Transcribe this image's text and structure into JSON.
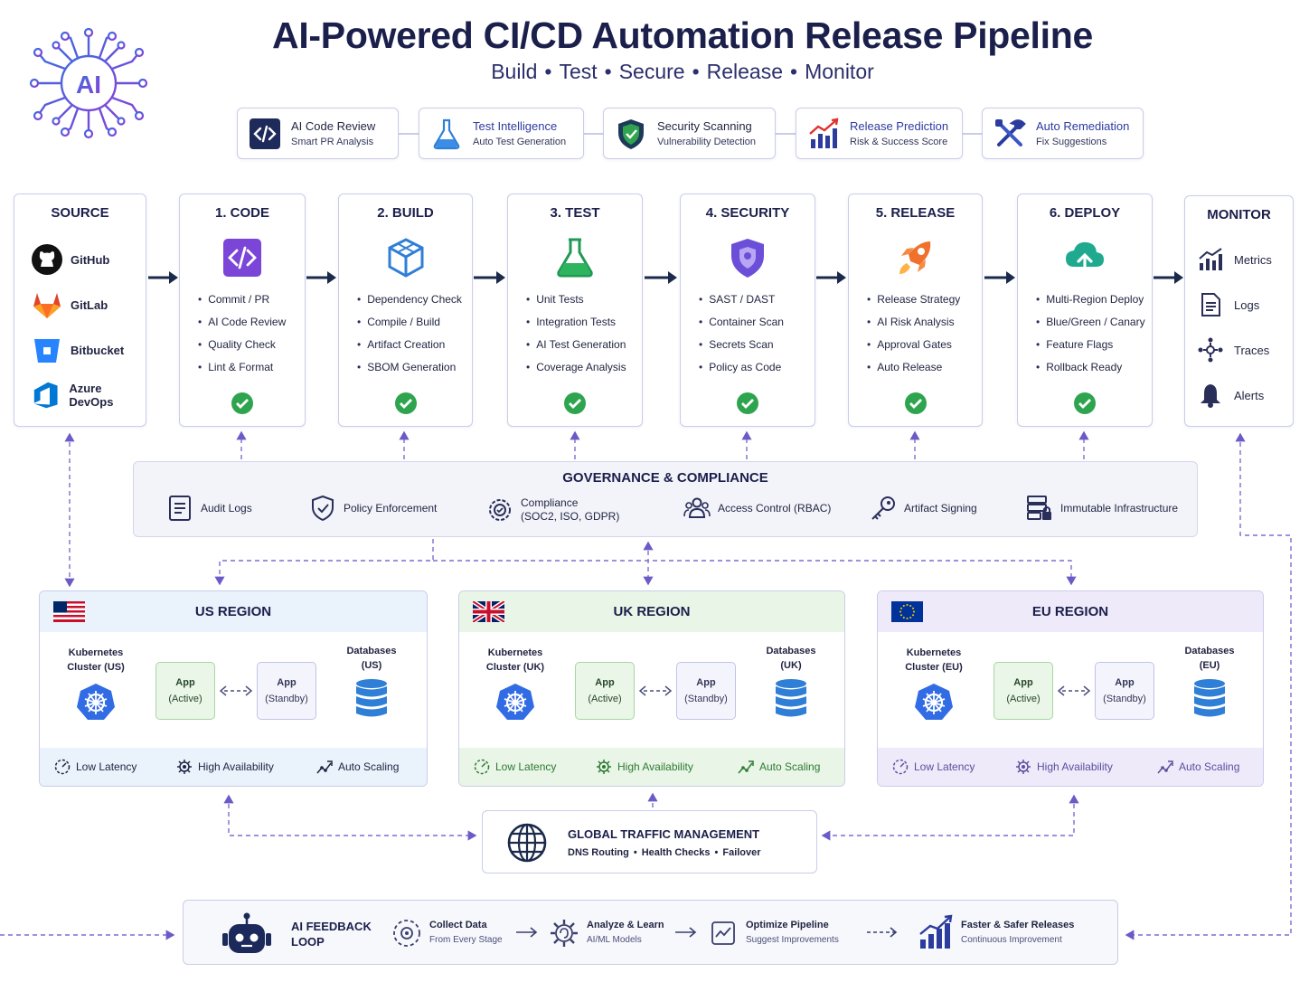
{
  "header": {
    "logo_text": "AI",
    "title": "AI-Powered CI/CD Automation Release Pipeline",
    "subtitle_parts": [
      "Build",
      "Test",
      "Secure",
      "Release",
      "Monitor"
    ],
    "separator": "•"
  },
  "ai_features": [
    {
      "title": "AI Code Review",
      "subtitle": "Smart PR Analysis",
      "icon": "code-brackets-icon"
    },
    {
      "title": "Test Intelligence",
      "subtitle": "Auto Test Generation",
      "icon": "flask-icon"
    },
    {
      "title": "Security Scanning",
      "subtitle": "Vulnerability Detection",
      "icon": "shield-icon"
    },
    {
      "title": "Release Prediction",
      "subtitle": "Risk & Success Score",
      "icon": "bar-chart-trend-icon"
    },
    {
      "title": "Auto Remediation",
      "subtitle": "Fix Suggestions",
      "icon": "wrench-screwdriver-icon"
    }
  ],
  "source": {
    "title": "SOURCE",
    "items": [
      {
        "label": "GitHub",
        "icon": "github-icon"
      },
      {
        "label": "GitLab",
        "icon": "gitlab-icon"
      },
      {
        "label": "Bitbucket",
        "icon": "bitbucket-icon"
      },
      {
        "label": "Azure DevOps",
        "icon": "azure-devops-icon"
      }
    ]
  },
  "stages": [
    {
      "title": "1. CODE",
      "icon": "code-icon",
      "items": [
        "Commit / PR",
        "AI Code Review",
        "Quality Check",
        "Lint & Format"
      ]
    },
    {
      "title": "2. BUILD",
      "icon": "cube-icon",
      "items": [
        "Dependency Check",
        "Compile / Build",
        "Artifact Creation",
        "SBOM Generation"
      ]
    },
    {
      "title": "3. TEST",
      "icon": "flask-icon",
      "items": [
        "Unit Tests",
        "Integration Tests",
        "AI Test Generation",
        "Coverage Analysis"
      ]
    },
    {
      "title": "4. SECURITY",
      "icon": "shield-icon",
      "items": [
        "SAST / DAST",
        "Container Scan",
        "Secrets Scan",
        "Policy as Code"
      ]
    },
    {
      "title": "5. RELEASE",
      "icon": "rocket-icon",
      "items": [
        "Release Strategy",
        "AI Risk Analysis",
        "Approval Gates",
        "Auto Release"
      ]
    },
    {
      "title": "6. DEPLOY",
      "icon": "cloud-upload-icon",
      "items": [
        "Multi-Region Deploy",
        "Blue/Green / Canary",
        "Feature Flags",
        "Rollback Ready"
      ]
    }
  ],
  "monitor": {
    "title": "MONITOR",
    "items": [
      {
        "label": "Metrics",
        "icon": "bar-chart-icon"
      },
      {
        "label": "Logs",
        "icon": "document-icon"
      },
      {
        "label": "Traces",
        "icon": "nodes-icon"
      },
      {
        "label": "Alerts",
        "icon": "bell-icon"
      }
    ]
  },
  "governance": {
    "title": "GOVERNANCE & COMPLIANCE",
    "items": [
      {
        "label": "Audit Logs",
        "icon": "clipboard-icon"
      },
      {
        "label": "Policy Enforcement",
        "icon": "shield-check-icon"
      },
      {
        "label": "Compliance",
        "label2": "(SOC2, ISO, GDPR)",
        "icon": "compliance-gear-icon"
      },
      {
        "label": "Access Control (RBAC)",
        "icon": "users-icon"
      },
      {
        "label": "Artifact Signing",
        "icon": "key-icon"
      },
      {
        "label": "Immutable Infrastructure",
        "icon": "server-lock-icon"
      }
    ]
  },
  "regions": [
    {
      "title": "US REGION",
      "flag": "us-flag-icon",
      "k8s": "Kubernetes",
      "k8s2": "Cluster (US)",
      "db": "Databases",
      "db2": "(US)"
    },
    {
      "title": "UK REGION",
      "flag": "uk-flag-icon",
      "k8s": "Kubernetes",
      "k8s2": "Cluster (UK)",
      "db": "Databases",
      "db2": "(UK)"
    },
    {
      "title": "EU REGION",
      "flag": "eu-flag-icon",
      "k8s": "Kubernetes",
      "k8s2": "Cluster (EU)",
      "db": "Databases",
      "db2": "(EU)"
    }
  ],
  "region_common": {
    "app_label": "App",
    "active": "(Active)",
    "standby": "(Standby)",
    "features": [
      "Low Latency",
      "High Availability",
      "Auto Scaling"
    ]
  },
  "global_traffic": {
    "title": "GLOBAL TRAFFIC MANAGEMENT",
    "parts": [
      "DNS Routing",
      "Health Checks",
      "Failover"
    ],
    "separator": "•"
  },
  "feedback": {
    "title1": "AI FEEDBACK",
    "title2": "LOOP",
    "steps": [
      {
        "title": "Collect Data",
        "subtitle": "From Every Stage",
        "icon": "collect-icon"
      },
      {
        "title": "Analyze & Learn",
        "subtitle": "AI/ML Models",
        "icon": "gear-brain-icon"
      },
      {
        "title": "Optimize Pipeline",
        "subtitle": "Suggest Improvements",
        "icon": "optimize-chart-icon"
      },
      {
        "title": "Faster & Safer Releases",
        "subtitle": "Continuous Improvement",
        "icon": "growth-chart-icon"
      }
    ]
  },
  "colors": {
    "navy": "#1b1f4b",
    "purple": "#6b4fd8",
    "blue": "#2f7fd6",
    "green": "#2ea44f",
    "teal": "#1faa8f",
    "orange": "#f0712c",
    "border": "#c9cde8"
  }
}
